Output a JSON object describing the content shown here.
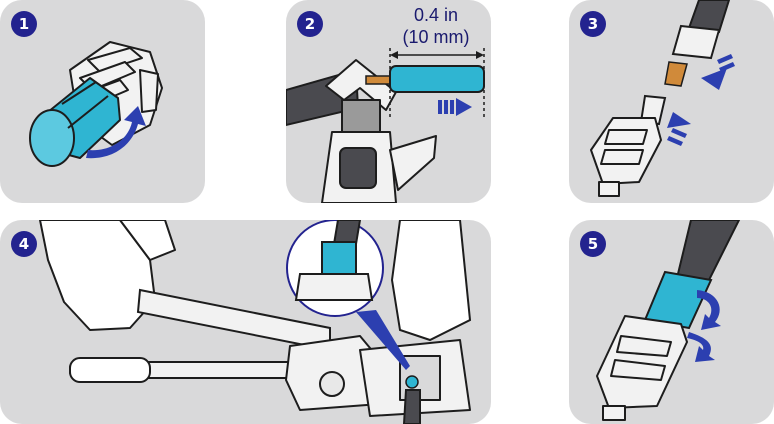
{
  "steps": [
    {
      "number": "1"
    },
    {
      "number": "2",
      "dimension_line1": "0.4 in",
      "dimension_line2": "(10 mm)"
    },
    {
      "number": "3"
    },
    {
      "number": "4"
    },
    {
      "number": "5"
    }
  ],
  "colors": {
    "panel_background": "#d9d9da",
    "badge": "#23238f",
    "accent_cyan": "#2fb5d2",
    "arrow_blue": "#2c3fb0",
    "cable": "#4a4a4f",
    "copper": "#d08a3a",
    "outline": "#1d1d1d"
  }
}
